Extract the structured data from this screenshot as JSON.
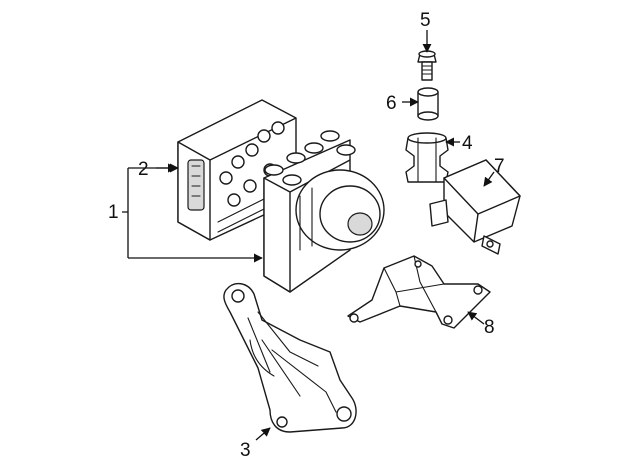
{
  "callouts": {
    "c1": "1",
    "c2": "2",
    "c3": "3",
    "c4": "4",
    "c5": "5",
    "c6": "6",
    "c7": "7",
    "c8": "8"
  },
  "colors": {
    "line": "#1a1a1a",
    "shade": "#d9d9d9",
    "background": "#ffffff"
  }
}
